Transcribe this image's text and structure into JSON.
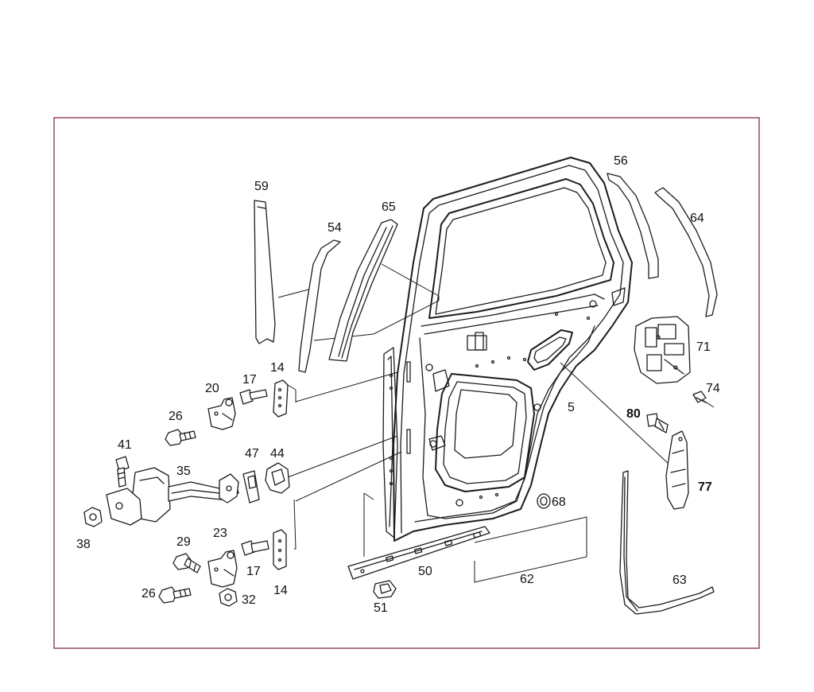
{
  "diagram": {
    "frame_color": "#7a1f33",
    "line_color": "#1f1a1e",
    "labels": {
      "p5": "5",
      "p14a": "14",
      "p14b": "14",
      "p17a": "17",
      "p17b": "17",
      "p20": "20",
      "p23": "23",
      "p26a": "26",
      "p26b": "26",
      "p29": "29",
      "p32": "32",
      "p35": "35",
      "p38": "38",
      "p41": "41",
      "p44": "44",
      "p47": "47",
      "p50": "50",
      "p51": "51",
      "p54": "54",
      "p56": "56",
      "p59": "59",
      "p62": "62",
      "p63": "63",
      "p64": "64",
      "p65": "65",
      "p68": "68",
      "p71": "71",
      "p74": "74",
      "p77": "77",
      "p80": "80"
    }
  }
}
